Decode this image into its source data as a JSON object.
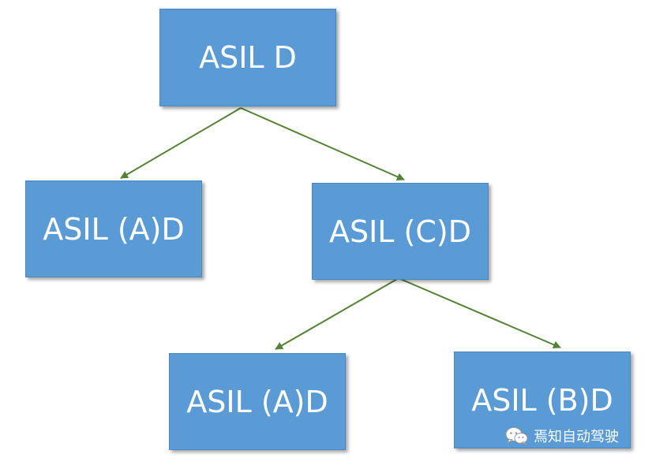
{
  "nodes": {
    "root": {
      "label": "ASIL D"
    },
    "left_child": {
      "label": "ASIL (A)D"
    },
    "right_child": {
      "label": "ASIL (C)D"
    },
    "right_left_grandchild": {
      "label": "ASIL (A)D"
    },
    "right_right_grandchild": {
      "label": "ASIL (B)D"
    }
  },
  "edges": [
    {
      "from": "root",
      "to": "left_child"
    },
    {
      "from": "root",
      "to": "right_child"
    },
    {
      "from": "right_child",
      "to": "right_left_grandchild"
    },
    {
      "from": "right_child",
      "to": "right_right_grandchild"
    }
  ],
  "colors": {
    "node_fill": "#5b9bd5",
    "node_text": "#ffffff",
    "edge": "#548235"
  },
  "watermark": {
    "icon": "wechat-icon",
    "text": "焉知自动驾驶"
  }
}
